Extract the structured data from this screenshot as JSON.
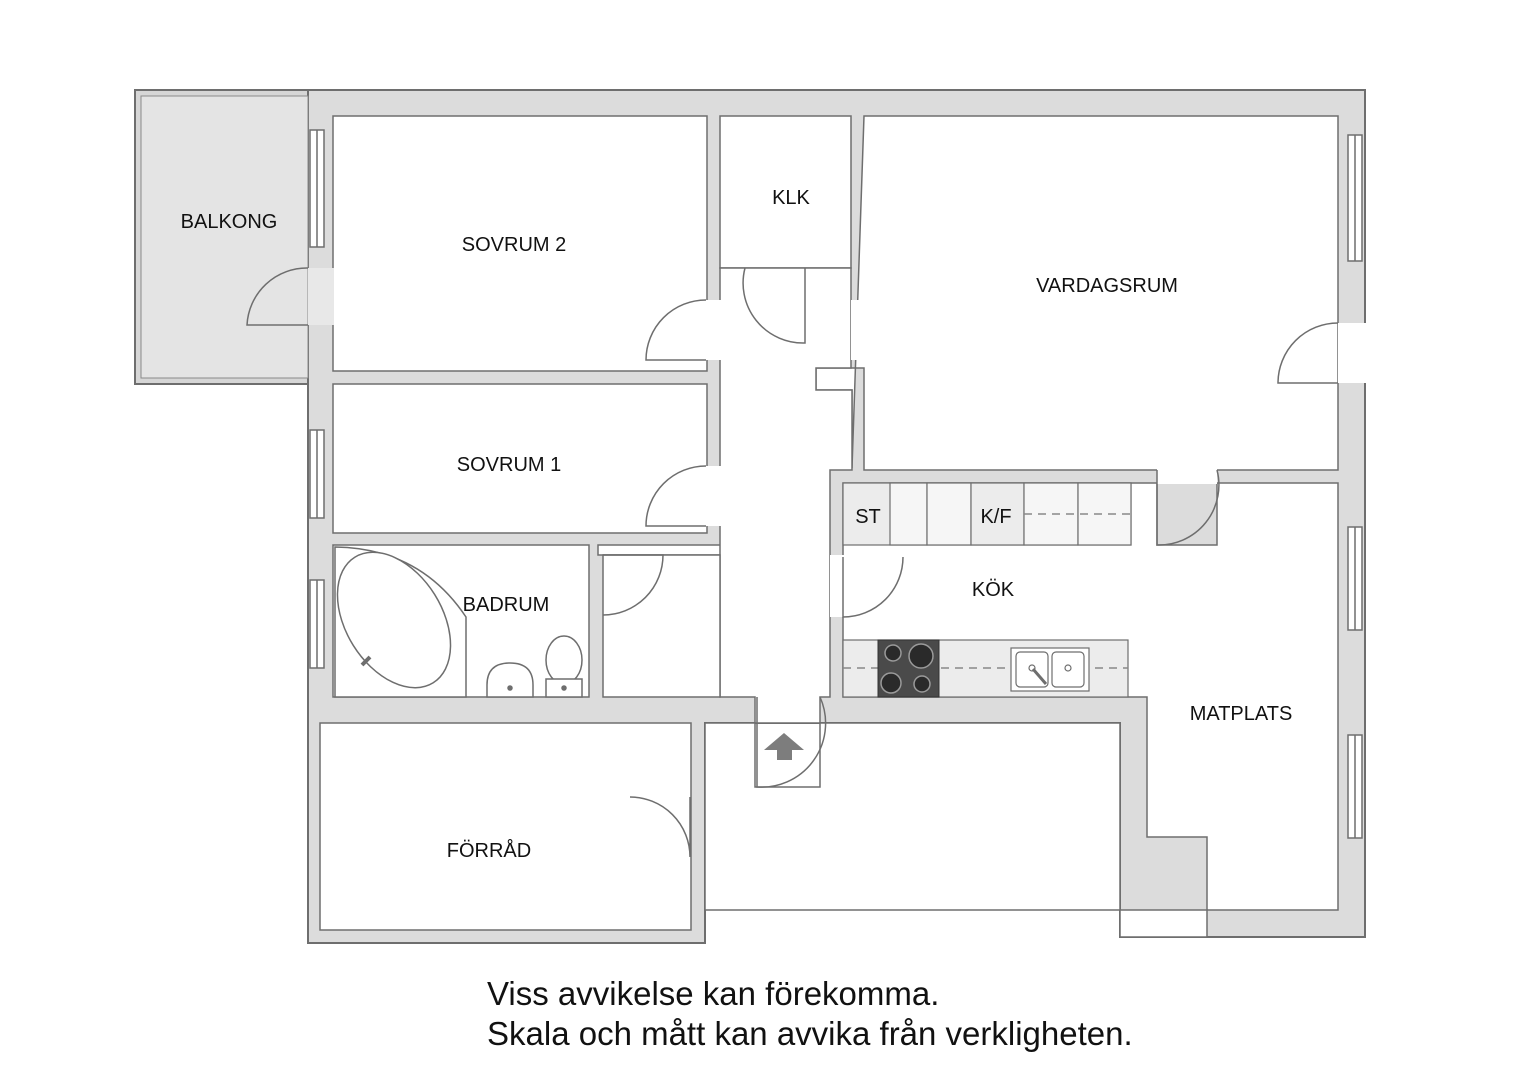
{
  "rooms": {
    "balkong": "BALKONG",
    "sovrum2": "SOVRUM 2",
    "klk": "KLK",
    "vardagsrum": "VARDAGSRUM",
    "sovrum1": "SOVRUM 1",
    "badrum": "BADRUM",
    "kok": "KÖK",
    "matplats": "MATPLATS",
    "forrad": "FÖRRÅD"
  },
  "fixtures": {
    "stove_label": "ST",
    "fridge_freezer_label": "K/F"
  },
  "disclaimer": {
    "line1": "Viss avvikelse kan förekomma.",
    "line2": "Skala och mått kan avvika från verkligheten."
  },
  "colors": {
    "wall_fill": "#dcdcdc",
    "wall_stroke": "#6e6e6e",
    "floor": "#ffffff",
    "fixture_fill": "#ececec",
    "stove_fill": "#4a4a4a",
    "arrow": "#7d7d7d"
  }
}
